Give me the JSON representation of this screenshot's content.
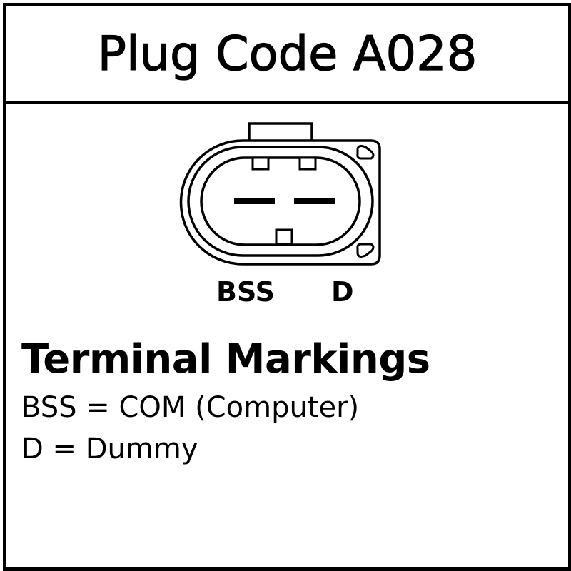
{
  "header": {
    "title": "Plug Code A028"
  },
  "connector": {
    "pins": [
      {
        "label": "BSS"
      },
      {
        "label": "D"
      }
    ]
  },
  "markings": {
    "heading": "Terminal Markings",
    "lines": [
      "BSS = COM (Computer)",
      "D = Dummy"
    ]
  },
  "colors": {
    "line": "#000000",
    "background": "#ffffff"
  }
}
